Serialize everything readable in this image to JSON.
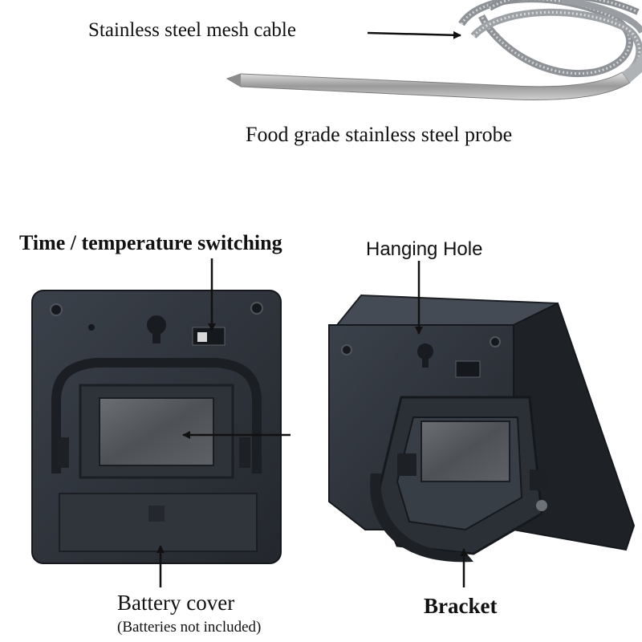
{
  "labels": {
    "mesh_cable": "Stainless steel mesh cable",
    "probe": "Food grade stainless steel probe",
    "switching": "Time / temperature switching",
    "hanging_hole": "Hanging Hole",
    "battery_cover": "Battery cover",
    "battery_note": "(Batteries not included)",
    "bracket": "Bracket"
  },
  "colors": {
    "background": "#ffffff",
    "device_body": "#2b3038",
    "device_edge": "#1a1d22",
    "cable": "#a9adb1",
    "probe_metal": "#b7b7b7",
    "label_text": "#111111"
  }
}
